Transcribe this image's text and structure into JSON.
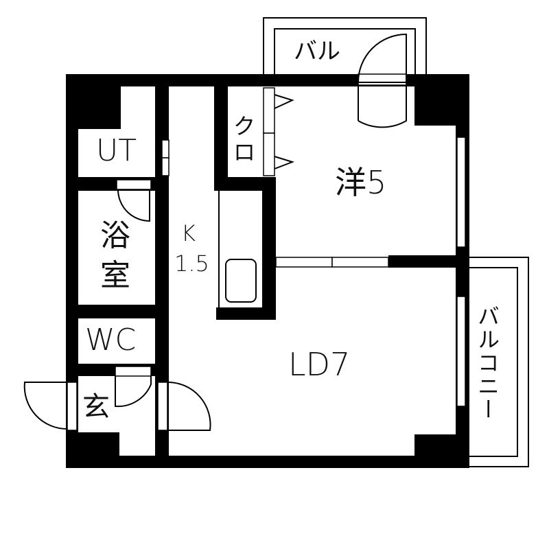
{
  "floor_plan": {
    "rooms": {
      "balcony_top": "バル",
      "closet_line1": "ク",
      "closet_line2": "ロ",
      "western_room": "洋5",
      "utility": "UT",
      "bathroom_line1": "浴",
      "bathroom_line2": "室",
      "kitchen_line1": "K",
      "kitchen_line2": "1.5",
      "toilet": "WC",
      "entrance": "玄",
      "living_dining": "LD7",
      "balcony_side": "バルコニー"
    },
    "colors": {
      "wall": "#000000",
      "background": "#ffffff",
      "text": "#111111"
    }
  }
}
